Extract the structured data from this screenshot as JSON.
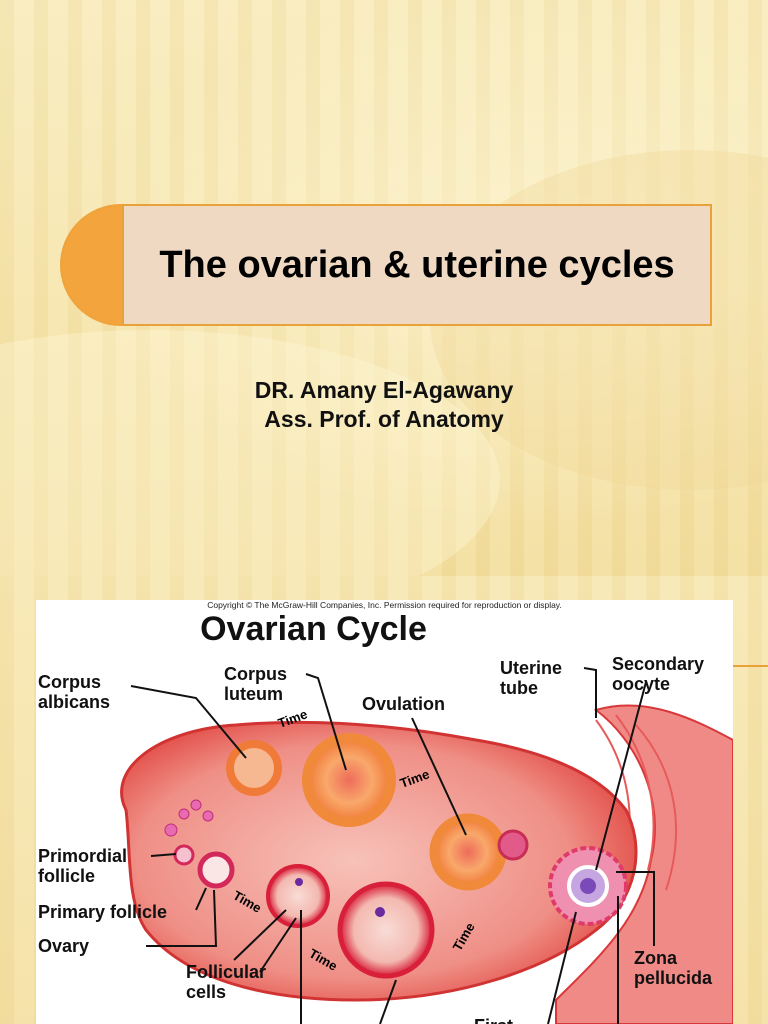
{
  "slide1": {
    "title": "The ovarian & uterine cycles",
    "author_line1": "DR. Amany El-Agawany",
    "author_line2": "Ass. Prof. of Anatomy"
  },
  "slide2": {
    "copyright": "Copyright © The McGraw-Hill Companies, Inc. Permission required for reproduction or display.",
    "figure_title": "Ovarian Cycle",
    "labels": {
      "corpus_albicans_1": "Corpus",
      "corpus_albicans_2": "albicans",
      "corpus_luteum_1": "Corpus",
      "corpus_luteum_2": "luteum",
      "ovulation": "Ovulation",
      "uterine_tube_1": "Uterine",
      "uterine_tube_2": "tube",
      "secondary_oocyte_1": "Secondary",
      "secondary_oocyte_2": "oocyte",
      "primordial_follicle_1": "Primordial",
      "primordial_follicle_2": "follicle",
      "primary_follicle": "Primary follicle",
      "ovary": "Ovary",
      "follicular_cells_1": "Follicular",
      "follicular_cells_2": "cells",
      "zona_pellucida_1": "Zona",
      "zona_pellucida_2": "pellucida",
      "first": "First",
      "time": "Time"
    }
  }
}
